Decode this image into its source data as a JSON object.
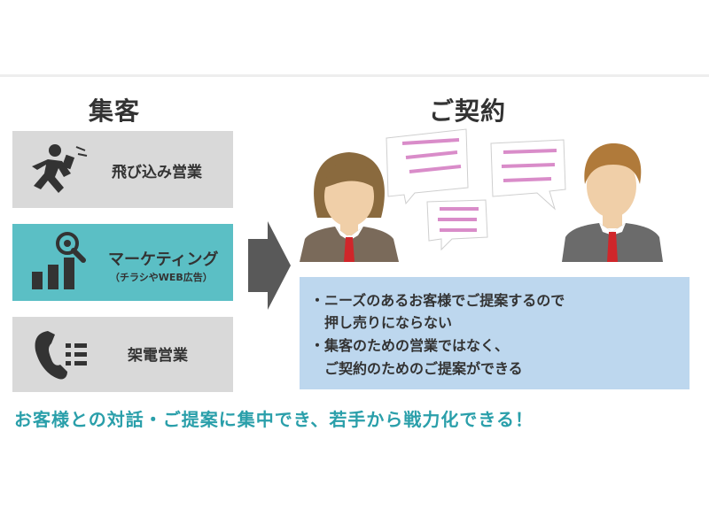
{
  "headings": {
    "left": "集客",
    "right": "ご契約"
  },
  "channels": [
    {
      "label": "飛び込み営業",
      "icon": "running-salesperson-icon"
    },
    {
      "label": "マーケティング",
      "sublabel": "（チラシやWEB広告）",
      "icon": "marketing-chart-magnifier-icon",
      "highlight": "#5bbfc5"
    },
    {
      "label": "架電営業",
      "icon": "phone-icon"
    }
  ],
  "benefits": [
    "・ニーズのあるお客様でご提案するので",
    "押し売りにならない",
    "・集客のための営業ではなく、",
    "ご契約のためのご提案ができる"
  ],
  "footer": "お客様との対話・ご提案に集中でき、若手から戦力化できる！",
  "colors": {
    "teal": "#5bbfc5",
    "card_gray": "#d9d9d9",
    "info_blue": "#bdd7ee",
    "footer_teal": "#2a9faa",
    "bubble_pink": "#d98cc9",
    "tie_red": "#d0262a",
    "arrow_gray": "#595959"
  }
}
